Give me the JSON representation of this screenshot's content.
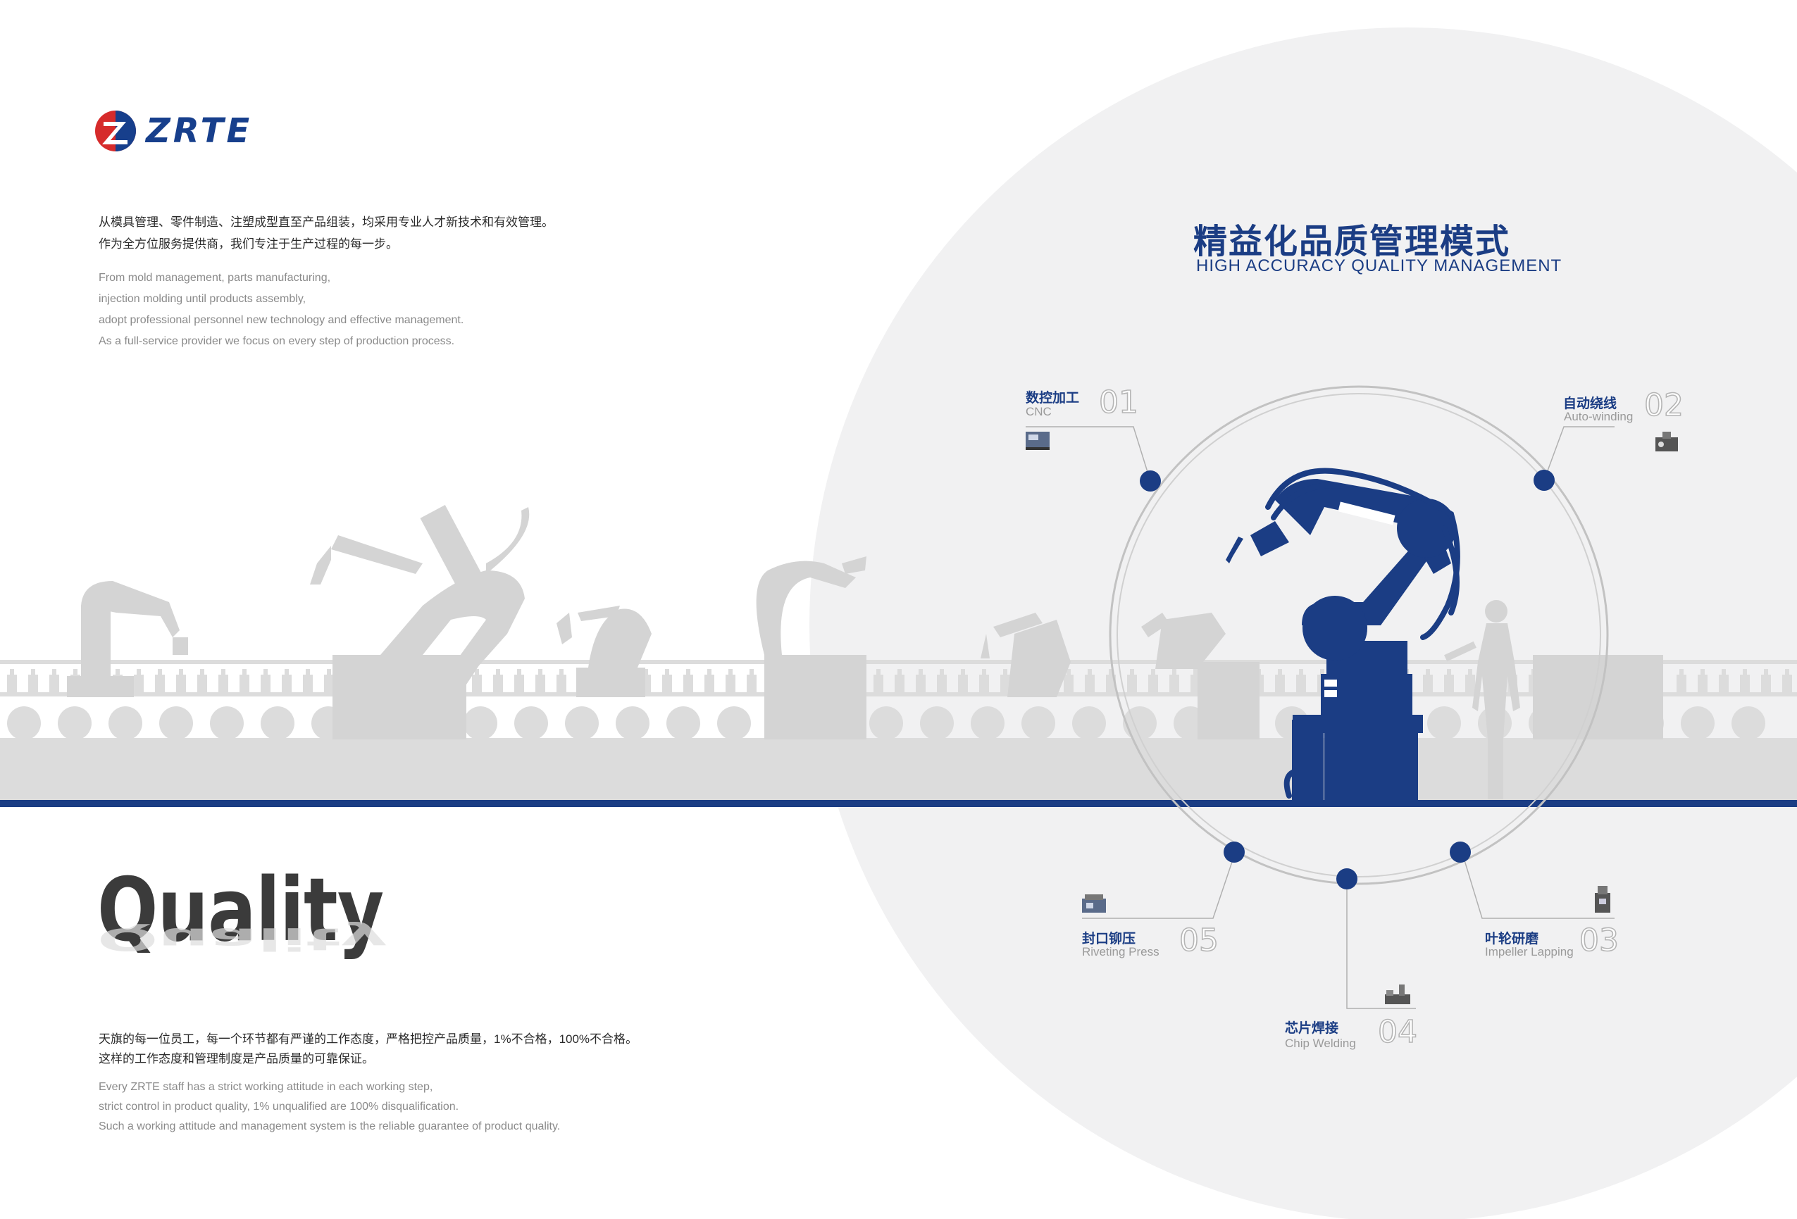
{
  "brand": {
    "name": "ZRTE",
    "primary_color": "#173f8c",
    "accent_color": "#d62b2b",
    "band_color": "#1b3d84"
  },
  "intro": {
    "cn_lines": [
      "从模具管理、零件制造、注塑成型直至产品组装，均采用专业人才新技术和有效管理。",
      "作为全方位服务提供商，我们专注于生产过程的每一步。"
    ],
    "en_lines": [
      "From mold management, parts manufacturing,",
      "injection molding until products assembly,",
      "adopt professional personnel new technology and effective management.",
      "As a full-service provider we focus on every step of production process."
    ]
  },
  "quality": {
    "heading": "Quality",
    "cn_lines": [
      "天旗的每一位员工，每一个环节都有严谨的工作态度，严格把控产品质量，1%不合格，100%不合格。",
      "这样的工作态度和管理制度是产品质量的可靠保证。"
    ],
    "en_lines": [
      "Every ZRTE staff has a strict working attitude in each working step,",
      "strict control in product quality, 1% unqualified are 100% disqualification.",
      "Such a working attitude and management system is the reliable guarantee of product quality."
    ]
  },
  "management": {
    "title_cn": "精益化品质管理模式",
    "title_en": "HIGH ACCURACY QUALITY MANAGEMENT"
  },
  "features": [
    {
      "number": "01",
      "cn": "数控加工",
      "en": "CNC"
    },
    {
      "number": "02",
      "cn": "自动绕线",
      "en": "Auto-winding"
    },
    {
      "number": "03",
      "cn": "叶轮研磨",
      "en": "Impeller Lapping"
    },
    {
      "number": "04",
      "cn": "芯片焊接",
      "en": "Chip Welding"
    },
    {
      "number": "05",
      "cn": "封口铆压",
      "en": "Riveting Press"
    }
  ]
}
